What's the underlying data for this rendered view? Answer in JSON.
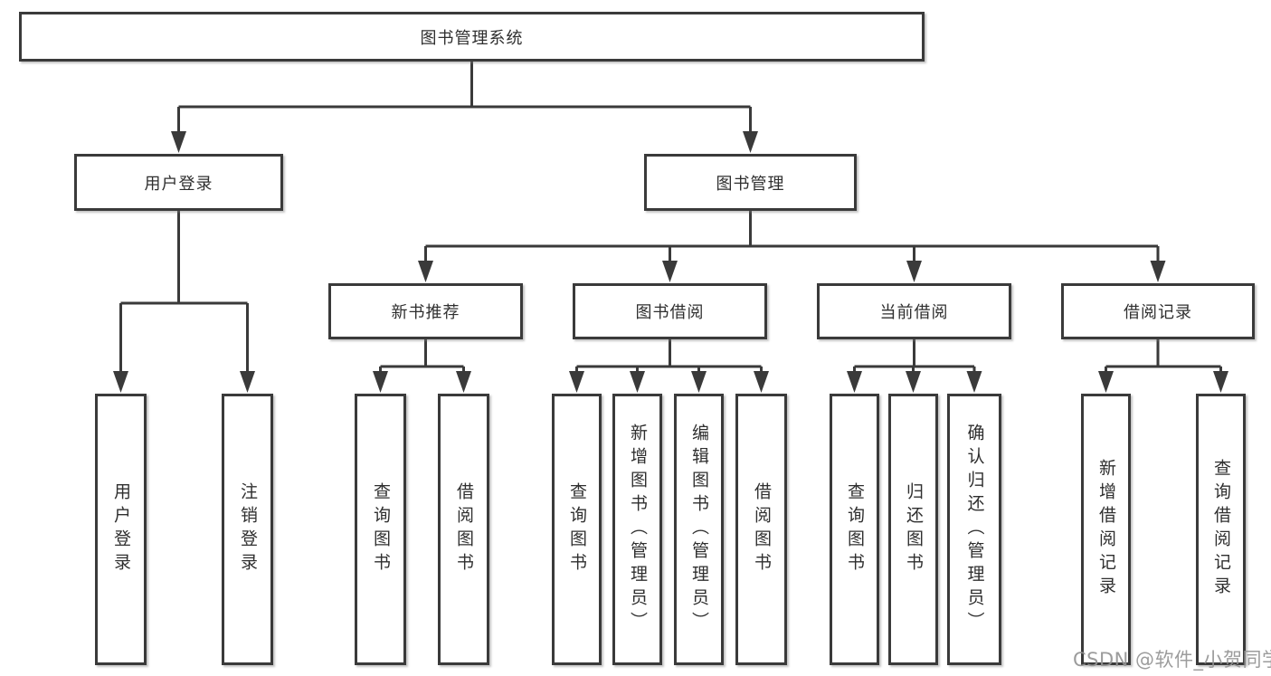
{
  "diagram_type": "tree",
  "watermark": "CSDN @软件_小贺同学",
  "colors": {
    "line": "#3a3a3a",
    "box_border": "#3a3a3a",
    "box_background": "#ffffff",
    "text": "#2f2f2f",
    "watermark": "#949494"
  },
  "tree": {
    "label": "图书管理系统",
    "children": [
      {
        "label": "用户登录",
        "children": [
          {
            "label": "用户登录"
          },
          {
            "label": "注销登录"
          }
        ]
      },
      {
        "label": "图书管理",
        "children": [
          {
            "label": "新书推荐",
            "children": [
              {
                "label": "查询图书"
              },
              {
                "label": "借阅图书"
              }
            ]
          },
          {
            "label": "图书借阅",
            "children": [
              {
                "label": "查询图书"
              },
              {
                "label": "新增图书（管理员）"
              },
              {
                "label": "编辑图书（管理员）"
              },
              {
                "label": "借阅图书"
              }
            ]
          },
          {
            "label": "当前借阅",
            "children": [
              {
                "label": "查询图书"
              },
              {
                "label": "归还图书"
              },
              {
                "label": "确认归还（管理员）"
              }
            ]
          },
          {
            "label": "借阅记录",
            "children": [
              {
                "label": "新增借阅记录"
              },
              {
                "label": "查询借阅记录"
              }
            ]
          }
        ]
      }
    ]
  }
}
